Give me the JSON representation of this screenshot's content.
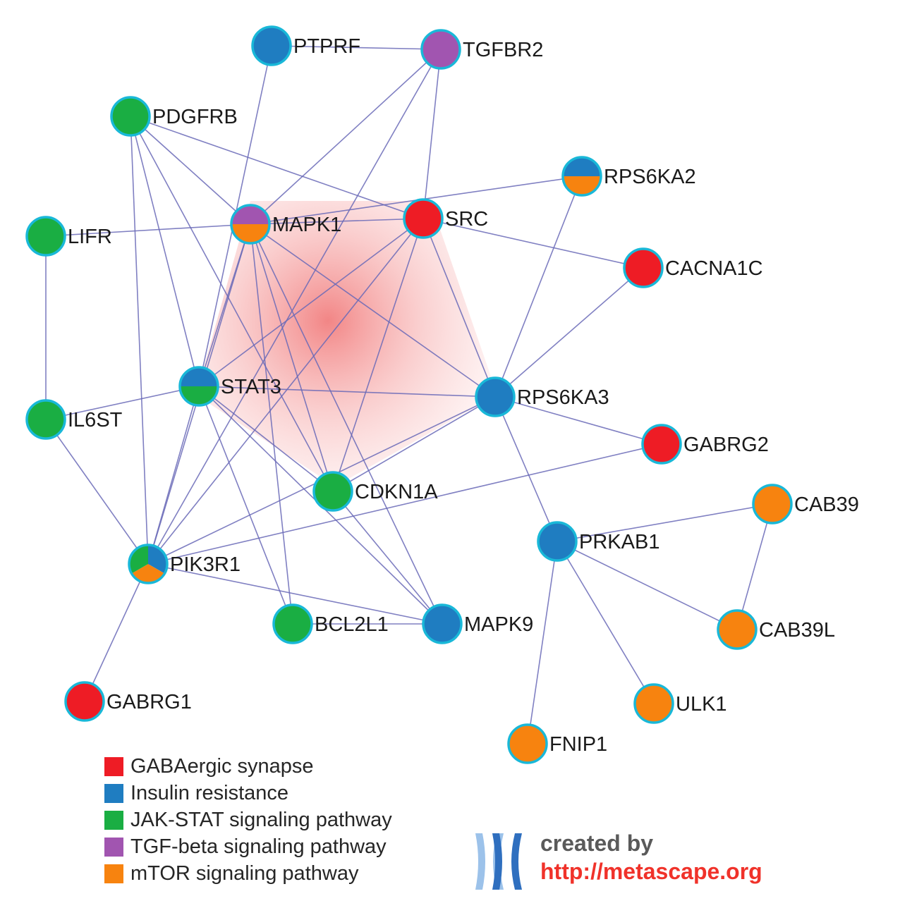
{
  "colors": {
    "GABA": "#ee1c25",
    "INS": "#1f7dc1",
    "JAK": "#1aae43",
    "TGF": "#a155b0",
    "MTOR": "#f7830f",
    "ring": "#19b8d8",
    "edge": "#6a6ab8",
    "cluster": "#f08080"
  },
  "nodes": [
    {
      "id": "PTPRF",
      "label": "PTPRF",
      "groups": [
        "INS"
      ]
    },
    {
      "id": "TGFBR2",
      "label": "TGFBR2",
      "groups": [
        "TGF"
      ]
    },
    {
      "id": "PDGFRB",
      "label": "PDGFRB",
      "groups": [
        "JAK"
      ]
    },
    {
      "id": "RPS6KA2",
      "label": "RPS6KA2",
      "groups": [
        "INS",
        "MTOR"
      ]
    },
    {
      "id": "MAPK1",
      "label": "MAPK1",
      "groups": [
        "TGF",
        "MTOR"
      ]
    },
    {
      "id": "SRC",
      "label": "SRC",
      "groups": [
        "GABA"
      ]
    },
    {
      "id": "LIFR",
      "label": "LIFR",
      "groups": [
        "JAK"
      ]
    },
    {
      "id": "CACNA1C",
      "label": "CACNA1C",
      "groups": [
        "GABA"
      ]
    },
    {
      "id": "STAT3",
      "label": "STAT3",
      "groups": [
        "INS",
        "JAK"
      ]
    },
    {
      "id": "RPS6KA3",
      "label": "RPS6KA3",
      "groups": [
        "INS"
      ]
    },
    {
      "id": "IL6ST",
      "label": "IL6ST",
      "groups": [
        "JAK"
      ]
    },
    {
      "id": "GABRG2",
      "label": "GABRG2",
      "groups": [
        "GABA"
      ]
    },
    {
      "id": "CDKN1A",
      "label": "CDKN1A",
      "groups": [
        "JAK"
      ]
    },
    {
      "id": "CAB39",
      "label": "CAB39",
      "groups": [
        "MTOR"
      ]
    },
    {
      "id": "PRKAB1",
      "label": "PRKAB1",
      "groups": [
        "INS"
      ]
    },
    {
      "id": "PIK3R1",
      "label": "PIK3R1",
      "groups": [
        "INS",
        "MTOR",
        "JAK"
      ]
    },
    {
      "id": "BCL2L1",
      "label": "BCL2L1",
      "groups": [
        "JAK"
      ]
    },
    {
      "id": "MAPK9",
      "label": "MAPK9",
      "groups": [
        "INS"
      ]
    },
    {
      "id": "CAB39L",
      "label": "CAB39L",
      "groups": [
        "MTOR"
      ]
    },
    {
      "id": "GABRG1",
      "label": "GABRG1",
      "groups": [
        "GABA"
      ]
    },
    {
      "id": "ULK1",
      "label": "ULK1",
      "groups": [
        "MTOR"
      ]
    },
    {
      "id": "FNIP1",
      "label": "FNIP1",
      "groups": [
        "MTOR"
      ]
    }
  ],
  "edges": [
    [
      "PTPRF",
      "TGFBR2"
    ],
    [
      "PTPRF",
      "STAT3"
    ],
    [
      "TGFBR2",
      "SRC"
    ],
    [
      "TGFBR2",
      "MAPK1"
    ],
    [
      "TGFBR2",
      "PIK3R1"
    ],
    [
      "PDGFRB",
      "SRC"
    ],
    [
      "PDGFRB",
      "MAPK1"
    ],
    [
      "PDGFRB",
      "STAT3"
    ],
    [
      "PDGFRB",
      "PIK3R1"
    ],
    [
      "PDGFRB",
      "CDKN1A"
    ],
    [
      "LIFR",
      "MAPK1"
    ],
    [
      "LIFR",
      "IL6ST"
    ],
    [
      "MAPK1",
      "SRC"
    ],
    [
      "MAPK1",
      "RPS6KA2"
    ],
    [
      "MAPK1",
      "STAT3"
    ],
    [
      "MAPK1",
      "PIK3R1"
    ],
    [
      "MAPK1",
      "CDKN1A"
    ],
    [
      "MAPK1",
      "BCL2L1"
    ],
    [
      "MAPK1",
      "MAPK9"
    ],
    [
      "MAPK1",
      "RPS6KA3"
    ],
    [
      "SRC",
      "CACNA1C"
    ],
    [
      "SRC",
      "STAT3"
    ],
    [
      "SRC",
      "PIK3R1"
    ],
    [
      "SRC",
      "CDKN1A"
    ],
    [
      "SRC",
      "RPS6KA3"
    ],
    [
      "RPS6KA2",
      "RPS6KA3"
    ],
    [
      "CACNA1C",
      "RPS6KA3"
    ],
    [
      "STAT3",
      "IL6ST"
    ],
    [
      "STAT3",
      "RPS6KA3"
    ],
    [
      "STAT3",
      "CDKN1A"
    ],
    [
      "STAT3",
      "PIK3R1"
    ],
    [
      "STAT3",
      "BCL2L1"
    ],
    [
      "STAT3",
      "MAPK9"
    ],
    [
      "RPS6KA3",
      "GABRG2"
    ],
    [
      "RPS6KA3",
      "CDKN1A"
    ],
    [
      "RPS6KA3",
      "PRKAB1"
    ],
    [
      "RPS6KA3",
      "PIK3R1"
    ],
    [
      "IL6ST",
      "PIK3R1"
    ],
    [
      "PIK3R1",
      "GABRG2"
    ],
    [
      "PIK3R1",
      "MAPK9"
    ],
    [
      "PIK3R1",
      "GABRG1"
    ],
    [
      "CDKN1A",
      "MAPK9"
    ],
    [
      "BCL2L1",
      "MAPK9"
    ],
    [
      "PRKAB1",
      "CAB39"
    ],
    [
      "PRKAB1",
      "CAB39L"
    ],
    [
      "PRKAB1",
      "ULK1"
    ],
    [
      "PRKAB1",
      "FNIP1"
    ],
    [
      "CAB39",
      "CAB39L"
    ]
  ],
  "legend": [
    {
      "label": "GABAergic synapse",
      "color": "#ee1c25"
    },
    {
      "label": "Insulin resistance",
      "color": "#1f7dc1"
    },
    {
      "label": "JAK-STAT signaling pathway",
      "color": "#1aae43"
    },
    {
      "label": "TGF-beta signaling pathway",
      "color": "#a155b0"
    },
    {
      "label": "mTOR signaling pathway",
      "color": "#f7830f"
    }
  ],
  "credit": {
    "line1": "created by",
    "line2": "http://metascape.org"
  }
}
